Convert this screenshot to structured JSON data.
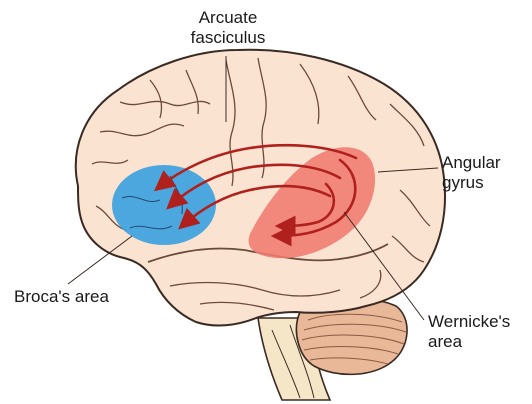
{
  "labels": {
    "arcuate_line1": "Arcuate",
    "arcuate_line2": "fasciculus",
    "angular_line1": "Angular",
    "angular_line2": "gyrus",
    "broca": "Broca's area",
    "wernicke_line1": "Wernicke's",
    "wernicke_line2": "area"
  },
  "colors": {
    "brain_fill": "#fbe3d2",
    "outline": "#3a2a22",
    "broca_region": "#3aa0e0",
    "wernicke_region": "#f07a70",
    "pathway_arrows": "#b0201c",
    "cerebellum": "#e9b898",
    "brainstem": "#f6e6c8"
  }
}
